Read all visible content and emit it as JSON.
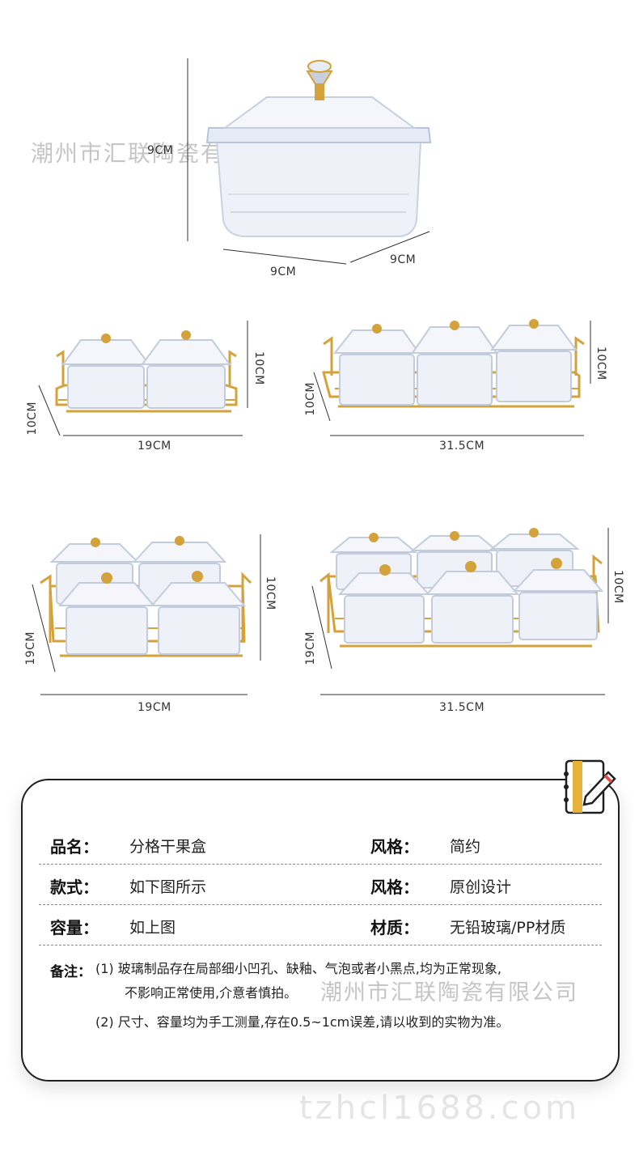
{
  "watermarks": {
    "top": "潮州市汇联陶瓷有限公司",
    "card": "潮州市汇联陶瓷有限公司",
    "bottom": "tzhcl1688.com"
  },
  "products": {
    "single": {
      "height": "9CM",
      "width": "9CM",
      "depth": "9CM"
    },
    "double": {
      "width": "19CM",
      "height": "10CM",
      "depth": "10CM"
    },
    "triple": {
      "width": "31.5CM",
      "height": "10CM",
      "depth": "10CM"
    },
    "quad": {
      "width": "19CM",
      "height": "10CM",
      "depth": "19CM"
    },
    "six": {
      "width": "31.5CM",
      "height": "10CM",
      "depth": "19CM"
    }
  },
  "specs": {
    "rows": [
      {
        "left_label": "品名：",
        "left_value": "分格干果盒",
        "right_label": "风格：",
        "right_value": "简约"
      },
      {
        "left_label": "款式：",
        "left_value": "如下图所示",
        "right_label": "风格：",
        "right_value": "原创设计"
      },
      {
        "left_label": "容量：",
        "left_value": "如上图",
        "right_label": "材质：",
        "right_value": "无铅玻璃/PP材质"
      }
    ],
    "note_label": "备注：",
    "note_1a": "(1) 玻璃制品存在局部细小凹孔、缺釉、气泡或者小黑点,均为正常现象,",
    "note_1b": "不影响正常使用,介意者慎拍。",
    "note_2": "(2) 尺寸、容量均为手工测量,存在0.5~1cm误差,请以收到的实物为准。"
  },
  "colors": {
    "gold": "#d4a23a",
    "glass": "#dfe6f3",
    "line": "#333333"
  },
  "icons": {
    "notebook": "notebook-pencil-icon"
  }
}
